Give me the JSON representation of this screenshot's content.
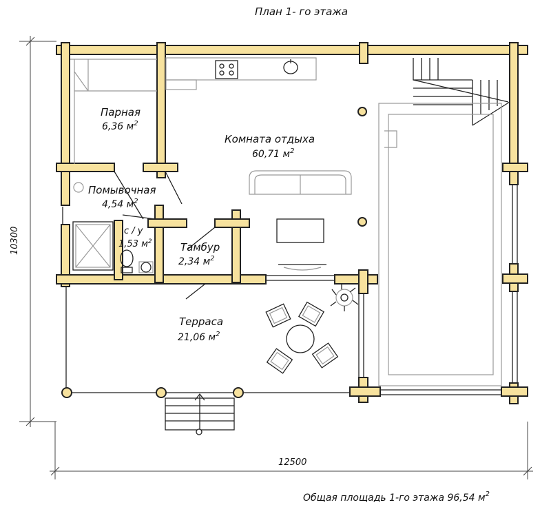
{
  "title": "План  1- го   этажа",
  "rooms": {
    "parnaya": {
      "name": "Парная",
      "area": "6,36 м"
    },
    "myvochnaya": {
      "name": "Помывочная",
      "area": "4,54 м"
    },
    "su": {
      "name": "с / у",
      "area": "1,53 м"
    },
    "komnata": {
      "name": "Комната  отдыха",
      "area": "60,71 м"
    },
    "tambur": {
      "name": "Тамбур",
      "area": "2,34 м"
    },
    "terrasa": {
      "name": "Терраса",
      "area": "21,06 м"
    }
  },
  "sup": "2",
  "dims": {
    "width": "12500",
    "height": "10300"
  },
  "footer": {
    "text": "Общая  площадь  1-го  этажа  96,54  м"
  },
  "colors": {
    "timber": "#f7e29e",
    "outline": "#222222"
  }
}
